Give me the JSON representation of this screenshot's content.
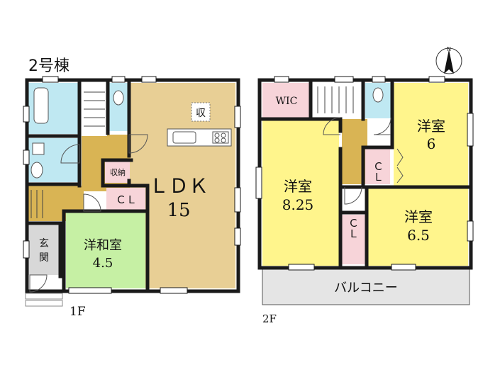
{
  "building_name": "2号棟",
  "floors": {
    "first": {
      "label": "1F",
      "rooms": {
        "ldk_name": "ＬＤＫ",
        "ldk_size": "15",
        "japanese_name": "洋和室",
        "japanese_size": "4.5",
        "closet": "ＣＬ",
        "storage": "収納",
        "kitchen_storage": "収",
        "entrance_1": "玄",
        "entrance_2": "関"
      }
    },
    "second": {
      "label": "2F",
      "rooms": {
        "wic": "WIC",
        "west_name": "洋室",
        "west_size": "8.25",
        "ne_name": "洋室",
        "ne_size": "6",
        "se_name": "洋室",
        "se_size": "6.5",
        "closet_a": "ＣＬ",
        "closet_b": "ＣＬ",
        "balcony": "バルコニー"
      }
    }
  },
  "compass": {
    "north": "N"
  },
  "colors": {
    "wall": "#1a1a1a",
    "ldk": "#e8cf95",
    "japanese_room": "#c6f0a4",
    "western_room": "#fff58c",
    "wet_area": "#bfe8f2",
    "closet": "#f7d4d9",
    "corridor": "#d9b454",
    "entrance": "#d8d8d8",
    "balcony": "#e5e5e5"
  }
}
